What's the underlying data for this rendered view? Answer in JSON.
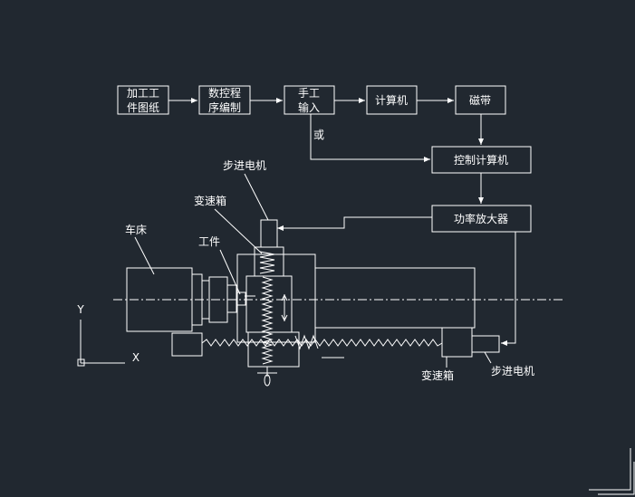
{
  "flow": {
    "drawings": [
      "加工工",
      "件图纸"
    ],
    "programming": [
      "数控程",
      "序编制"
    ],
    "manual_input": [
      "手工",
      "输入"
    ],
    "computer": "计算机",
    "tape": "磁带",
    "or": "或",
    "control_computer": "控制计算机",
    "power_amplifier": "功率放大器"
  },
  "machine": {
    "stepper_motor_top": "步进电机",
    "gearbox_top": "变速箱",
    "workpiece": "工件",
    "lathe": "车床",
    "gearbox_bottom": "变速箱",
    "stepper_motor_bottom": "步进电机"
  },
  "ucs": {
    "y_axis": "Y",
    "x_axis": "X"
  },
  "colors": {
    "background": "#212830",
    "line": "#ffffff"
  }
}
